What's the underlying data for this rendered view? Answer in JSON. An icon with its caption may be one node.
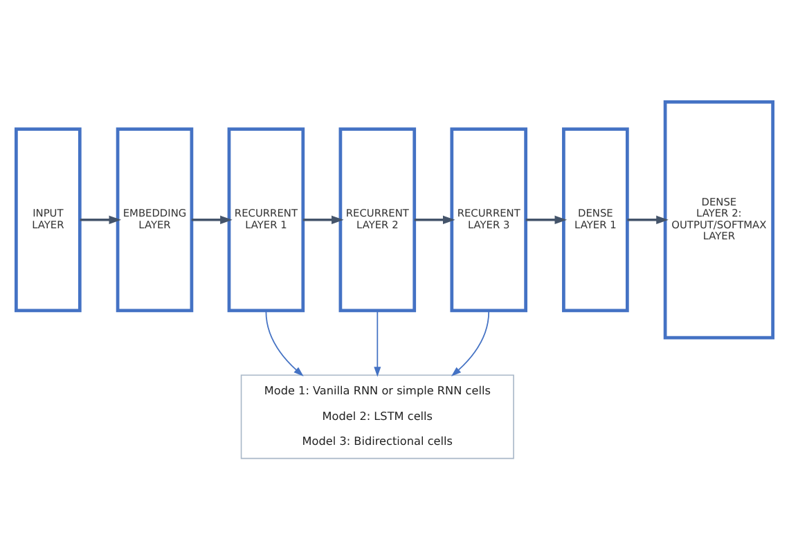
{
  "diagram": {
    "nodes": [
      {
        "text": [
          "INPUT LAYER"
        ]
      },
      {
        "text": [
          "EMBEDDING LAYER"
        ]
      },
      {
        "text": [
          "RECURRENT LAYER 1"
        ]
      },
      {
        "text": [
          "RECURRENT LAYER 2"
        ]
      },
      {
        "text": [
          "RECURRENT LAYER 3"
        ]
      },
      {
        "text": [
          "DENSE LAYER 1"
        ]
      },
      {
        "text": [
          "DENSE LAYER 2: OUTPUT/SOFTMAX LAYER"
        ]
      },
      {
        "text": [
          "Mode 1: Vanilla RNN or simple RNN cells",
          "Model 2: LSTM cells",
          "Model 3: Bidirectional cells"
        ]
      }
    ],
    "edges": [
      {
        "from": 0,
        "to": 1,
        "arrow": "to"
      },
      {
        "from": 1,
        "to": 2,
        "arrow": "to"
      },
      {
        "from": 2,
        "to": 3,
        "arrow": "to"
      },
      {
        "from": 3,
        "to": 4,
        "arrow": "to"
      },
      {
        "from": 4,
        "to": 5,
        "arrow": "to"
      },
      {
        "from": 5,
        "to": 6,
        "arrow": "to"
      },
      {
        "from": 2,
        "to": 7,
        "arrow": "to",
        "color": "#4472c4"
      },
      {
        "from": 3,
        "to": 7,
        "arrow": "to",
        "color": "#4472c4"
      },
      {
        "from": 4,
        "to": 7,
        "arrow": "to",
        "color": "#4472c4"
      }
    ]
  }
}
